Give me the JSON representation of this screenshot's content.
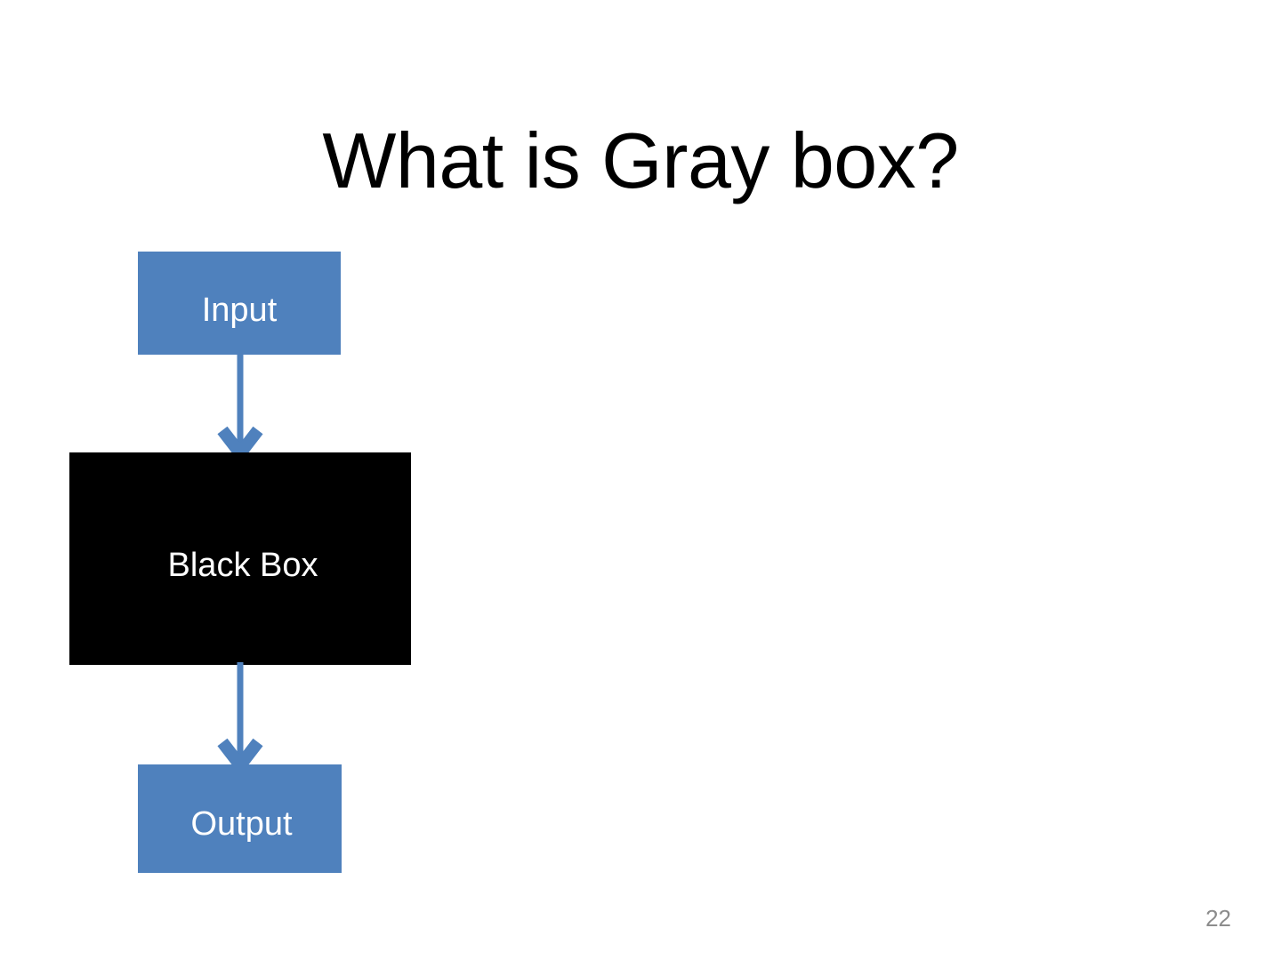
{
  "slide": {
    "title": "What is Gray box?",
    "page_number": "22",
    "background_color": "#ffffff",
    "title_color": "#000000",
    "page_number_color": "#8c8c8c"
  },
  "diagram": {
    "type": "flowchart",
    "orientation": "vertical",
    "accent_color": "#4f81bd",
    "nodes": [
      {
        "id": "input",
        "label": "Input",
        "fill_color": "#4f81bd",
        "text_color": "#ffffff"
      },
      {
        "id": "black-box",
        "label": "Black Box",
        "fill_color": "#000000",
        "text_color": "#ffffff"
      },
      {
        "id": "output",
        "label": "Output",
        "fill_color": "#4f81bd",
        "text_color": "#ffffff"
      }
    ],
    "connectors": [
      {
        "id": "input-to-black-box",
        "from": "input",
        "to": "black-box",
        "direction": "down",
        "color": "#4f81bd"
      },
      {
        "id": "black-box-to-output",
        "from": "black-box",
        "to": "output",
        "direction": "down",
        "color": "#4f81bd"
      }
    ]
  }
}
